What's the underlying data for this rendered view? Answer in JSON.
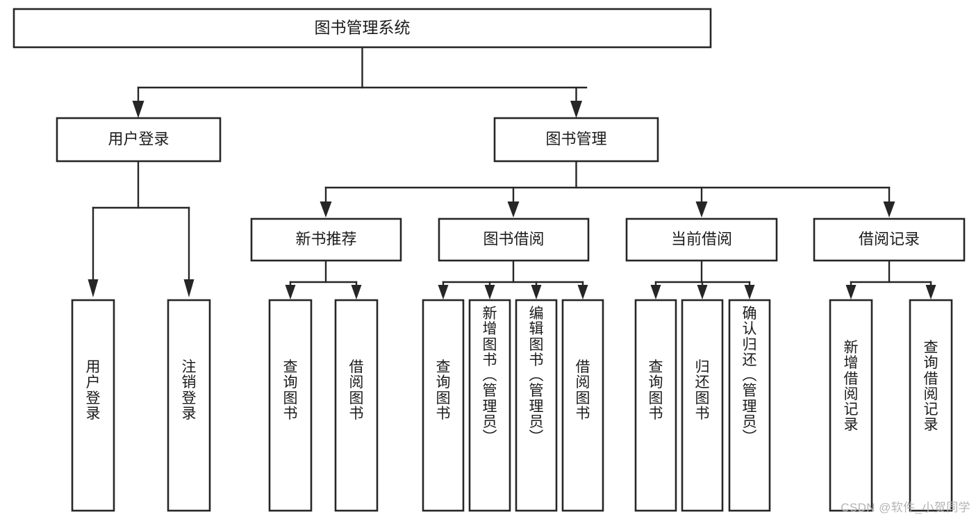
{
  "diagram": {
    "type": "hierarchy-tree",
    "title": "图书管理系统",
    "watermark": "CSDN @软件_小贺同学",
    "colors": {
      "stroke": "#262626",
      "fill": "#ffffff",
      "text": "#1b1b1b",
      "watermark": "#b4b4b4"
    },
    "root": {
      "label": "图书管理系统"
    },
    "level2": [
      {
        "label": "用户登录"
      },
      {
        "label": "图书管理"
      }
    ],
    "level3": [
      {
        "label": "新书推荐"
      },
      {
        "label": "图书借阅"
      },
      {
        "label": "当前借阅"
      },
      {
        "label": "借阅记录"
      }
    ],
    "leaves": {
      "user_login": [
        {
          "label": "用户登录"
        },
        {
          "label": "注销登录"
        }
      ],
      "new_book_recommend": [
        {
          "label": "查询图书"
        },
        {
          "label": "借阅图书"
        }
      ],
      "book_borrow": [
        {
          "label": "查询图书"
        },
        {
          "label": "新增图书（管理员）"
        },
        {
          "label": "编辑图书（管理员）"
        },
        {
          "label": "借阅图书"
        }
      ],
      "current_borrow": [
        {
          "label": "查询图书"
        },
        {
          "label": "归还图书"
        },
        {
          "label": "确认归还（管理员）"
        }
      ],
      "borrow_record": [
        {
          "label": "新增借阅记录"
        },
        {
          "label": "查询借阅记录"
        }
      ]
    }
  }
}
